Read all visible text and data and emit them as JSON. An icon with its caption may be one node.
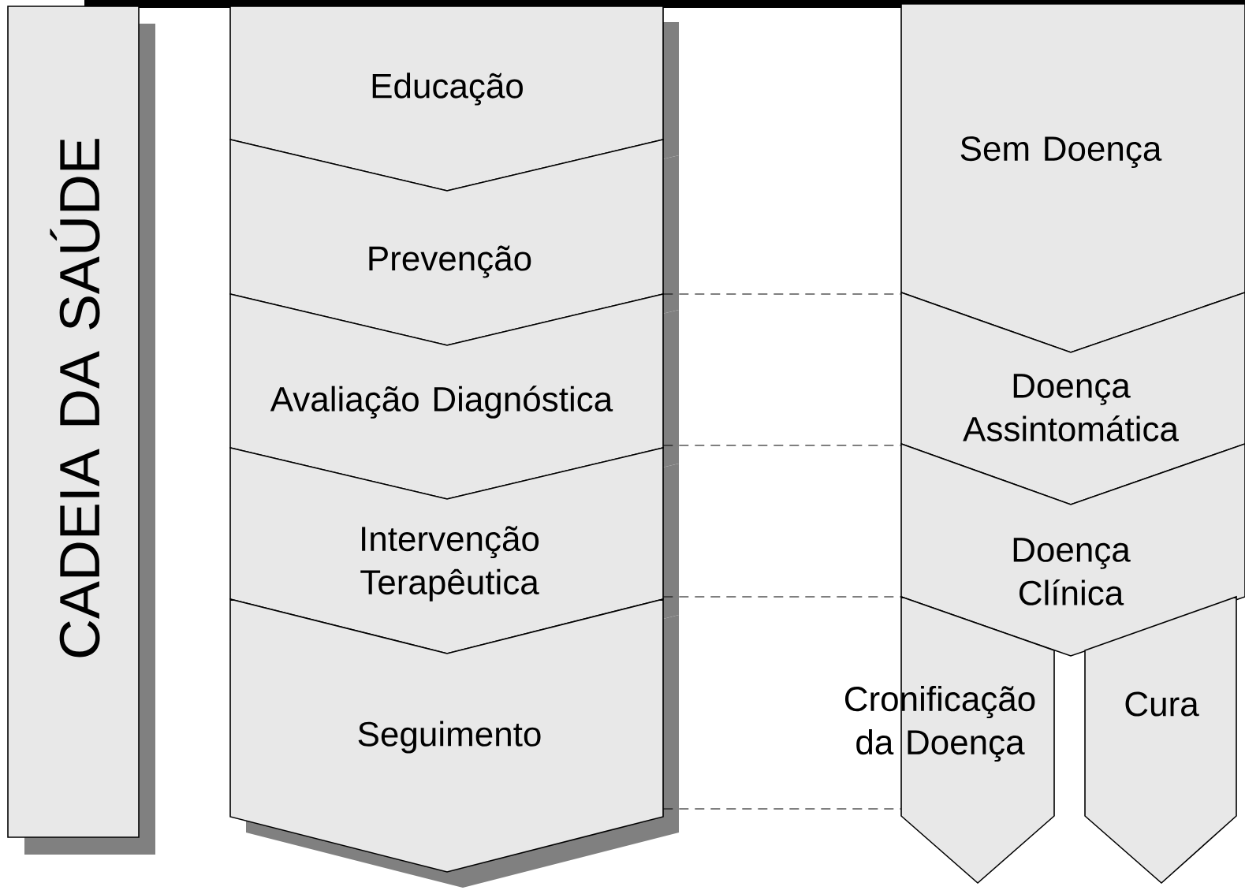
{
  "diagram": {
    "nodes": [
      {
        "text": [
          "CADEIA DA SAÚDE"
        ]
      },
      {
        "text": [
          "Educação"
        ]
      },
      {
        "text": [
          "Prevenção"
        ]
      },
      {
        "text": [
          "Avaliação Diagnóstica"
        ]
      },
      {
        "text": [
          "Intervenção Terapêutica"
        ]
      },
      {
        "text": [
          "Seguimento"
        ]
      },
      {
        "text": [
          "Sem Doença"
        ]
      },
      {
        "text": [
          "Doença Assintomática"
        ]
      },
      {
        "text": [
          "Doença Clínica"
        ]
      },
      {
        "text": [
          "Cronificação da Doença"
        ]
      },
      {
        "text": [
          "Cura"
        ]
      }
    ],
    "edges": [
      {
        "from": 2,
        "to": 6,
        "arrow": "none",
        "style": "dashed"
      },
      {
        "from": 3,
        "to": 7,
        "arrow": "none",
        "style": "dashed"
      },
      {
        "from": 4,
        "to": 8,
        "arrow": "none",
        "style": "dashed"
      },
      {
        "from": 5,
        "to": 9,
        "arrow": "none",
        "style": "dashed"
      }
    ]
  }
}
